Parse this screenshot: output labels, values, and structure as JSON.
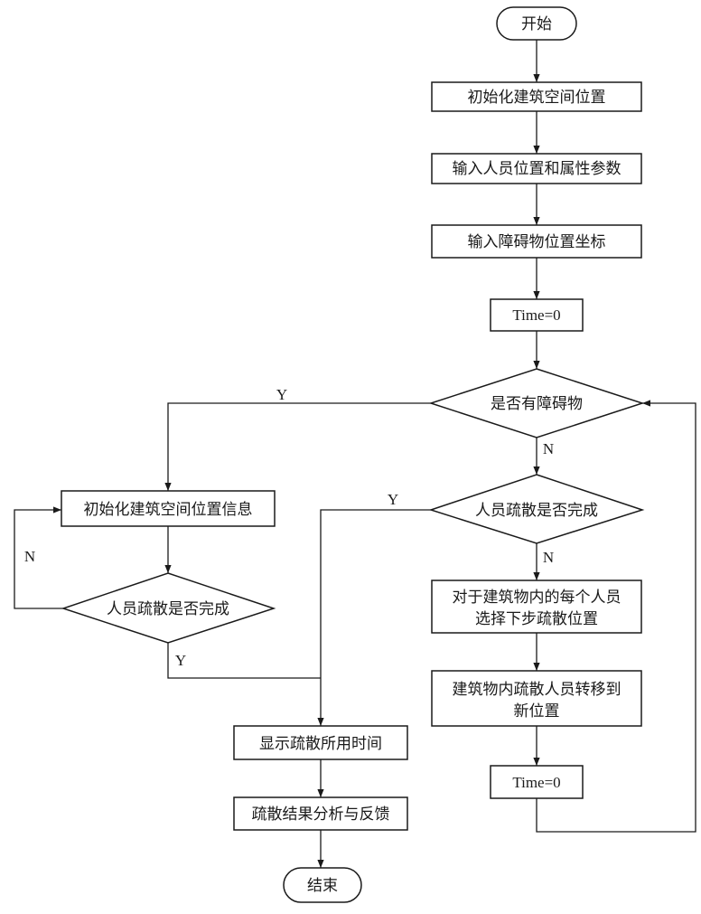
{
  "nodes": {
    "start": "开始",
    "init_space": "初始化建筑空间位置",
    "input_people": "输入人员位置和属性参数",
    "input_obstacles": "输入障碍物位置坐标",
    "time_zero_1": "Time=0",
    "has_obstacle": "是否有障碍物",
    "evac_done_right": "人员疏散是否完成",
    "select_next_line1": "对于建筑物内的每个人员",
    "select_next_line2": "选择下步疏散位置",
    "move_line1": "建筑物内疏散人员转移到",
    "move_line2": "新位置",
    "time_zero_2": "Time=0",
    "init_space_info": "初始化建筑空间位置信息",
    "evac_done_left": "人员疏散是否完成",
    "show_time": "显示疏散所用时间",
    "analysis": "疏散结果分析与反馈",
    "end": "结束"
  },
  "edge_labels": {
    "obstacle_yes": "Y",
    "obstacle_no": "N",
    "right_done_yes": "Y",
    "right_done_no": "N",
    "left_done_no": "N",
    "left_done_yes": "Y"
  }
}
